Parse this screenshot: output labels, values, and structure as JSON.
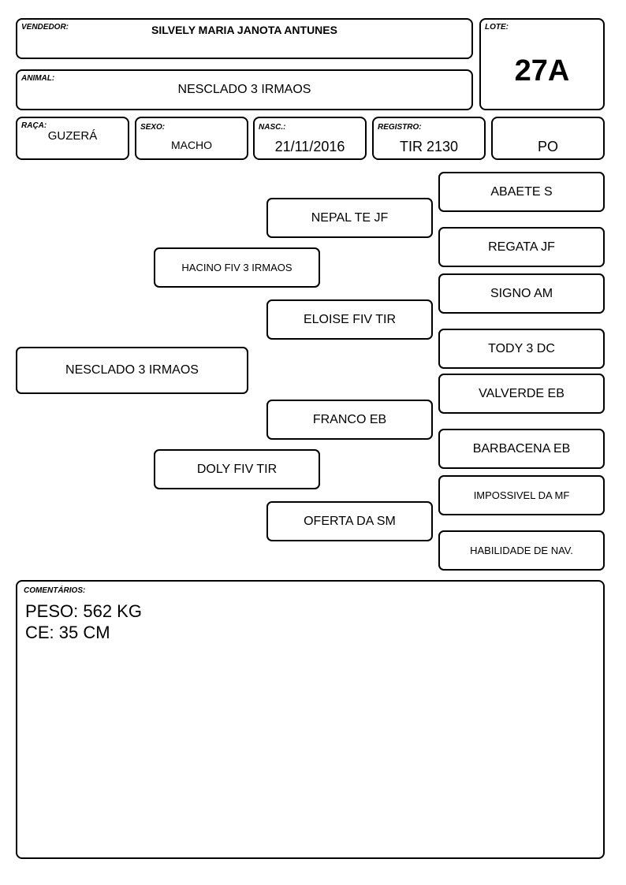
{
  "header": {
    "vendedor_label": "VENDEDOR:",
    "vendedor_value": "SILVELY MARIA JANOTA ANTUNES",
    "lote_label": "LOTE:",
    "lote_value": "27A",
    "animal_label": "ANIMAL:",
    "animal_value": "NESCLADO 3 IRMAOS"
  },
  "info": {
    "raca_label": "RAÇA:",
    "raca_value": "GUZERÁ",
    "sexo_label": "SEXO:",
    "sexo_value": "MACHO",
    "nasc_label": "NASC.:",
    "nasc_value": "21/11/2016",
    "registro_label": "REGISTRO:",
    "registro_value": "TIR 2130",
    "categoria_value": "PO"
  },
  "pedigree": {
    "animal": "NESCLADO 3 IRMAOS",
    "sire": "HACINO FIV 3 IRMAOS",
    "dam": "DOLY FIV TIR",
    "sire_sire": "NEPAL TE JF",
    "sire_dam": "ELOISE FIV TIR",
    "dam_sire": "FRANCO EB",
    "dam_dam": "OFERTA DA SM",
    "ggp": [
      "ABAETE S",
      "REGATA JF",
      "SIGNO AM",
      "TODY 3 DC",
      "VALVERDE EB",
      "BARBACENA EB",
      "IMPOSSIVEL DA MF",
      "HABILIDADE DE NAV."
    ]
  },
  "comments": {
    "label": "COMENTÁRIOS:",
    "lines": [
      "PESO: 562 KG",
      "CE: 35 CM"
    ]
  }
}
